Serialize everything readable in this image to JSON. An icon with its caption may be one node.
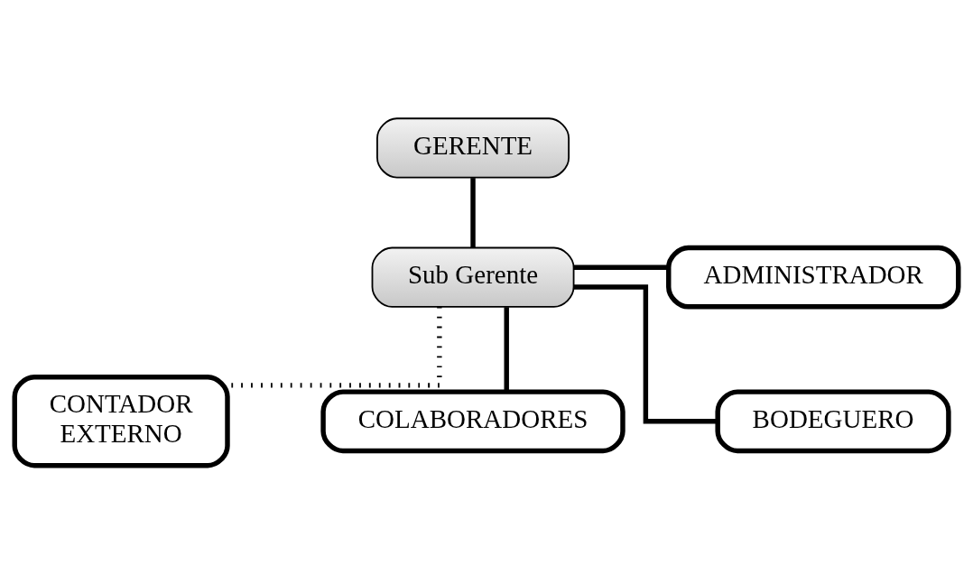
{
  "diagram": {
    "nodes": [
      {
        "text": [
          "GERENTE"
        ]
      },
      {
        "text": [
          "Sub Gerente"
        ]
      },
      {
        "text": [
          "ADMINISTRADOR"
        ]
      },
      {
        "text": [
          "CONTADOR EXTERNO"
        ]
      },
      {
        "text": [
          "COLABORADORES"
        ]
      },
      {
        "text": [
          "BODEGUERO"
        ]
      }
    ],
    "edges": [
      {
        "from": 0,
        "to": 1,
        "arrow": "none"
      },
      {
        "from": 1,
        "to": 2,
        "arrow": "none"
      },
      {
        "from": 1,
        "to": 3,
        "arrow": "none",
        "style": "dashed"
      },
      {
        "from": 1,
        "to": 4,
        "arrow": "none"
      },
      {
        "from": 1,
        "to": 5,
        "arrow": "none"
      }
    ]
  }
}
